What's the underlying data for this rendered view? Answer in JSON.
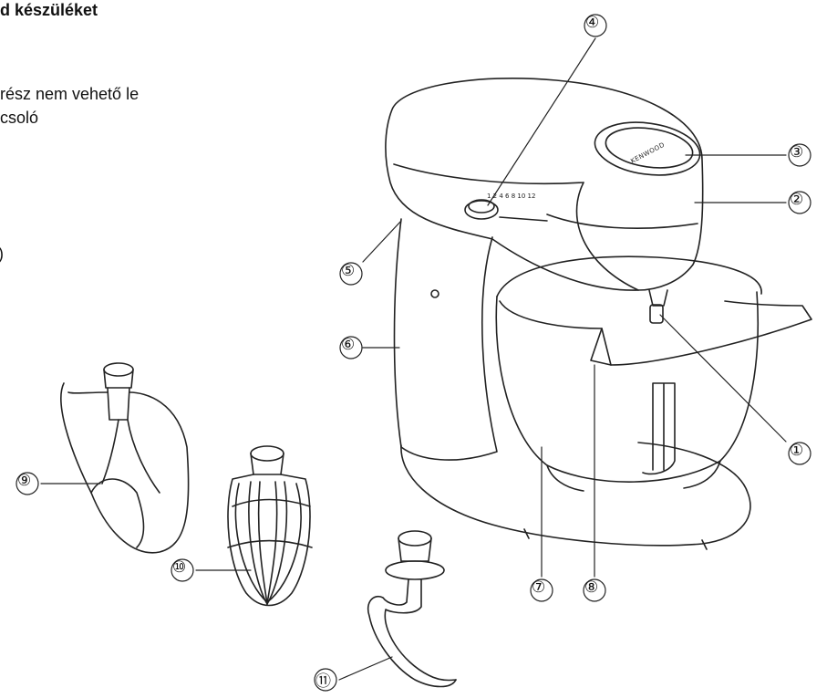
{
  "heading": "d készüléket",
  "lines": [
    "rész nem vehető le",
    "csoló"
  ],
  "stray_mark": ")",
  "brand": "KENWOOD",
  "speed_scale": "1 2 4 6 8 10 12",
  "callouts": [
    "①",
    "②",
    "③",
    "④",
    "⑤",
    "⑥",
    "⑦",
    "⑧",
    "⑨",
    "⑩",
    "⑪"
  ]
}
